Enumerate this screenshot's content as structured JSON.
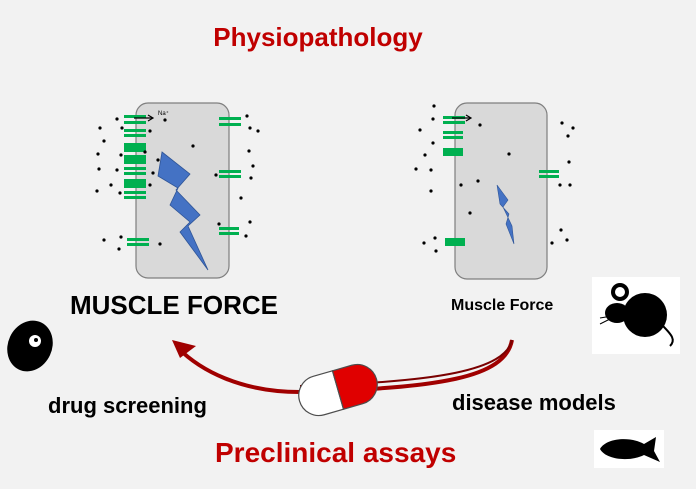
{
  "title": "Physiopathology",
  "bottom_title": "Preclinical assays",
  "healthy_cell": {
    "label": "MUSCLE FORCE",
    "ion_label": "Na⁺"
  },
  "disease_cell": {
    "label": "Muscle Force"
  },
  "left_caption": "drug screening",
  "right_caption": "disease models",
  "icons": [
    "cell-disc-icon",
    "mouse-icon",
    "zebrafish-icon",
    "pill-capsule-icon"
  ],
  "colors": {
    "title": "#c00000",
    "channel": "#00b050",
    "bolt": "#4472c4",
    "cell": "#d9d9d9",
    "arrow": "#a00000",
    "pill_red": "#e00000"
  }
}
